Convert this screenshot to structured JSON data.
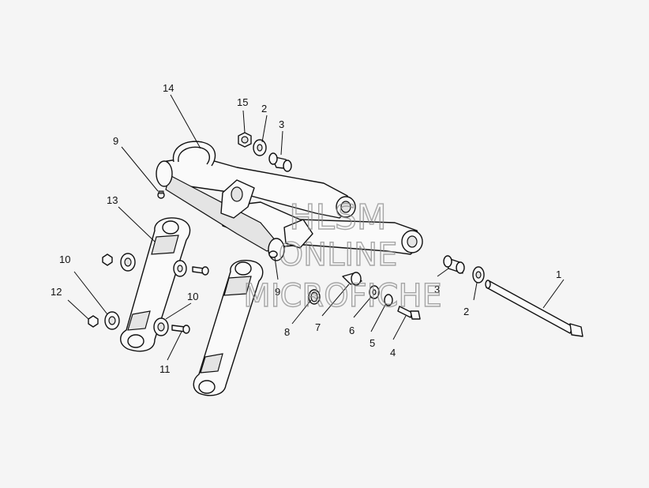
{
  "callouts": {
    "c1": "1",
    "c2a": "2",
    "c2b": "2",
    "c3a": "3",
    "c3b": "3",
    "c4": "4",
    "c5": "5",
    "c6": "6",
    "c7": "7",
    "c8": "8",
    "c9a": "9",
    "c9b": "9",
    "c10a": "10",
    "c10b": "10",
    "c11": "11",
    "c12": "12",
    "c13": "13",
    "c14": "14",
    "c15": "15"
  },
  "watermark": {
    "line1": "HLSM",
    "line2": "ONLINE",
    "line3": "MICROFICHE"
  }
}
